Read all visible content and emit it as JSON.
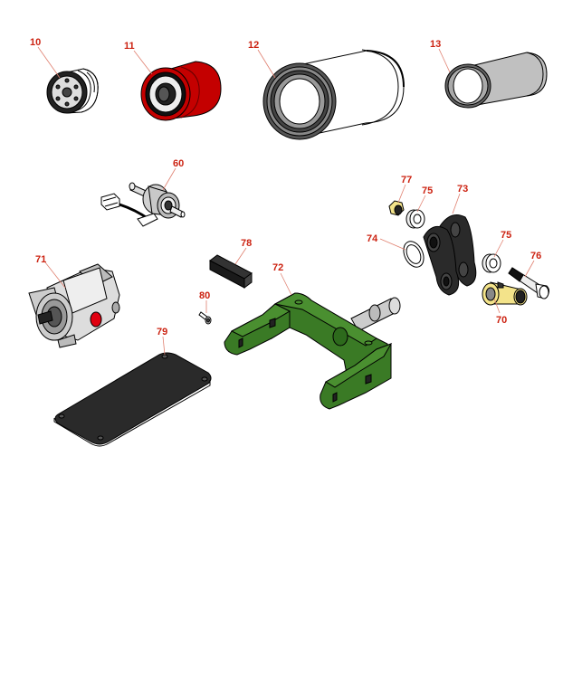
{
  "colors": {
    "callout": "#cc2211",
    "leader": "#e08070",
    "outline": "#000000",
    "red_part": "#c40000",
    "green_part": "#3a7a25",
    "dark_part": "#2a2a2a",
    "gray_part": "#c0c0c0",
    "brass_part": "#f3e38a"
  },
  "parts": [
    {
      "id": "oil-filter",
      "label": "10"
    },
    {
      "id": "fuel-filter",
      "label": "11"
    },
    {
      "id": "air-filter-outer",
      "label": "12"
    },
    {
      "id": "air-filter-inner",
      "label": "13"
    },
    {
      "id": "fuel-pump",
      "label": "60"
    },
    {
      "id": "nut",
      "label": "77"
    },
    {
      "id": "washer-upper",
      "label": "75"
    },
    {
      "id": "link-arm",
      "label": "73"
    },
    {
      "id": "o-ring",
      "label": "74"
    },
    {
      "id": "washer-lower",
      "label": "75"
    },
    {
      "id": "bolt",
      "label": "76"
    },
    {
      "id": "bushing",
      "label": "70"
    },
    {
      "id": "hydraulic-pump",
      "label": "71"
    },
    {
      "id": "spacer-block",
      "label": "78"
    },
    {
      "id": "yoke",
      "label": "72"
    },
    {
      "id": "screw",
      "label": "80"
    },
    {
      "id": "cover-plate",
      "label": "79"
    }
  ]
}
